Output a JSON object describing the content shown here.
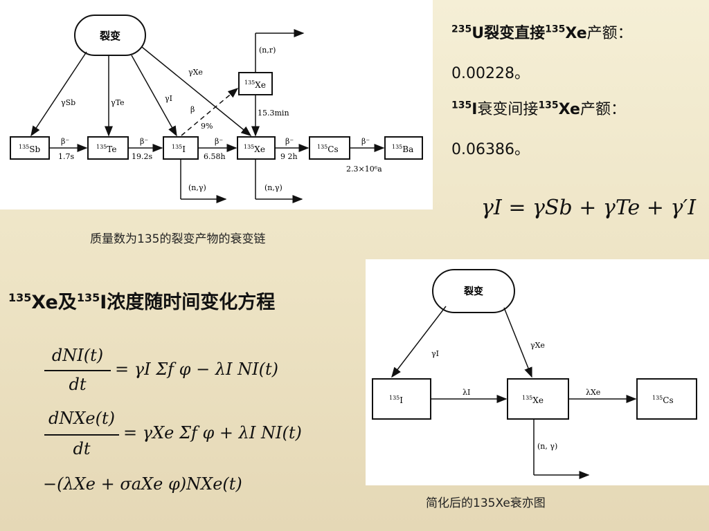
{
  "chain_diagram": {
    "fission": "裂变",
    "nodes": {
      "sb": {
        "mass": "135",
        "sym": "Sb"
      },
      "te": {
        "mass": "135",
        "sym": "Te"
      },
      "i": {
        "mass": "135",
        "sym": "I"
      },
      "xe": {
        "mass": "135",
        "sym": "Xe"
      },
      "xem": {
        "mass": "135",
        "sym": "Xe"
      },
      "cs": {
        "mass": "135",
        "sym": "Cs"
      },
      "ba": {
        "mass": "135",
        "sym": "Ba"
      }
    },
    "gamma_sb": "γSb",
    "gamma_te": "γTe",
    "gamma_i": "γI",
    "gamma_xe": "γXe",
    "beta": "β⁻",
    "beta_plain": "β",
    "t_sb": "1.7s",
    "t_te": "19.2s",
    "t_i": "6.58h",
    "t_xe": "9 2h",
    "t_cs": "2.3×10⁶a",
    "t_xem": "15.3min",
    "branch_pct": "9%",
    "n_gamma": "(n,γ)",
    "n_r": "(n,r)"
  },
  "chain_caption": "质量数为135的裂变产物的衰变链",
  "yields": {
    "line1": {
      "pre": "235",
      "mid1": "U裂变直接",
      "sup": "135",
      "mid2": "Xe",
      "post": "产额："
    },
    "line2": "0.00228。",
    "line3": {
      "sup1": "135",
      "mid1": "I",
      "mid2": "衰变间接",
      "sup2": "135",
      "mid3": "Xe",
      "post": "产额："
    },
    "line4": "0.06386。"
  },
  "formula_gamma": "γI = γSb + γTe + γ′I",
  "equation_title": {
    "sup1": "135",
    "t1": "Xe及",
    "sup2": "135",
    "t2": "I浓度随时间变化方程"
  },
  "equations": {
    "eq1_num": "dNI(t)",
    "eq1_den": "dt",
    "eq1_rhs": "= γI Σf φ − λI NI(t)",
    "eq2_num": "dNXe(t)",
    "eq2_den": "dt",
    "eq2_rhs": "= γXe Σf φ + λI NI(t)",
    "eq3": "−(λXe + σaXe φ)NXe(t)"
  },
  "simple_diagram": {
    "fission": "裂变",
    "gamma_i": "γI",
    "gamma_xe": "γXe",
    "lambda_i": "λI",
    "lambda_xe": "λXe",
    "n_gamma": "(n, γ)",
    "i_mass": "135",
    "i_sym": "I",
    "xe_mass": "135",
    "xe_sym": "Xe",
    "cs_mass": "135",
    "cs_sym": "Cs"
  },
  "simple_caption": "简化后的135Xe衰亦图"
}
